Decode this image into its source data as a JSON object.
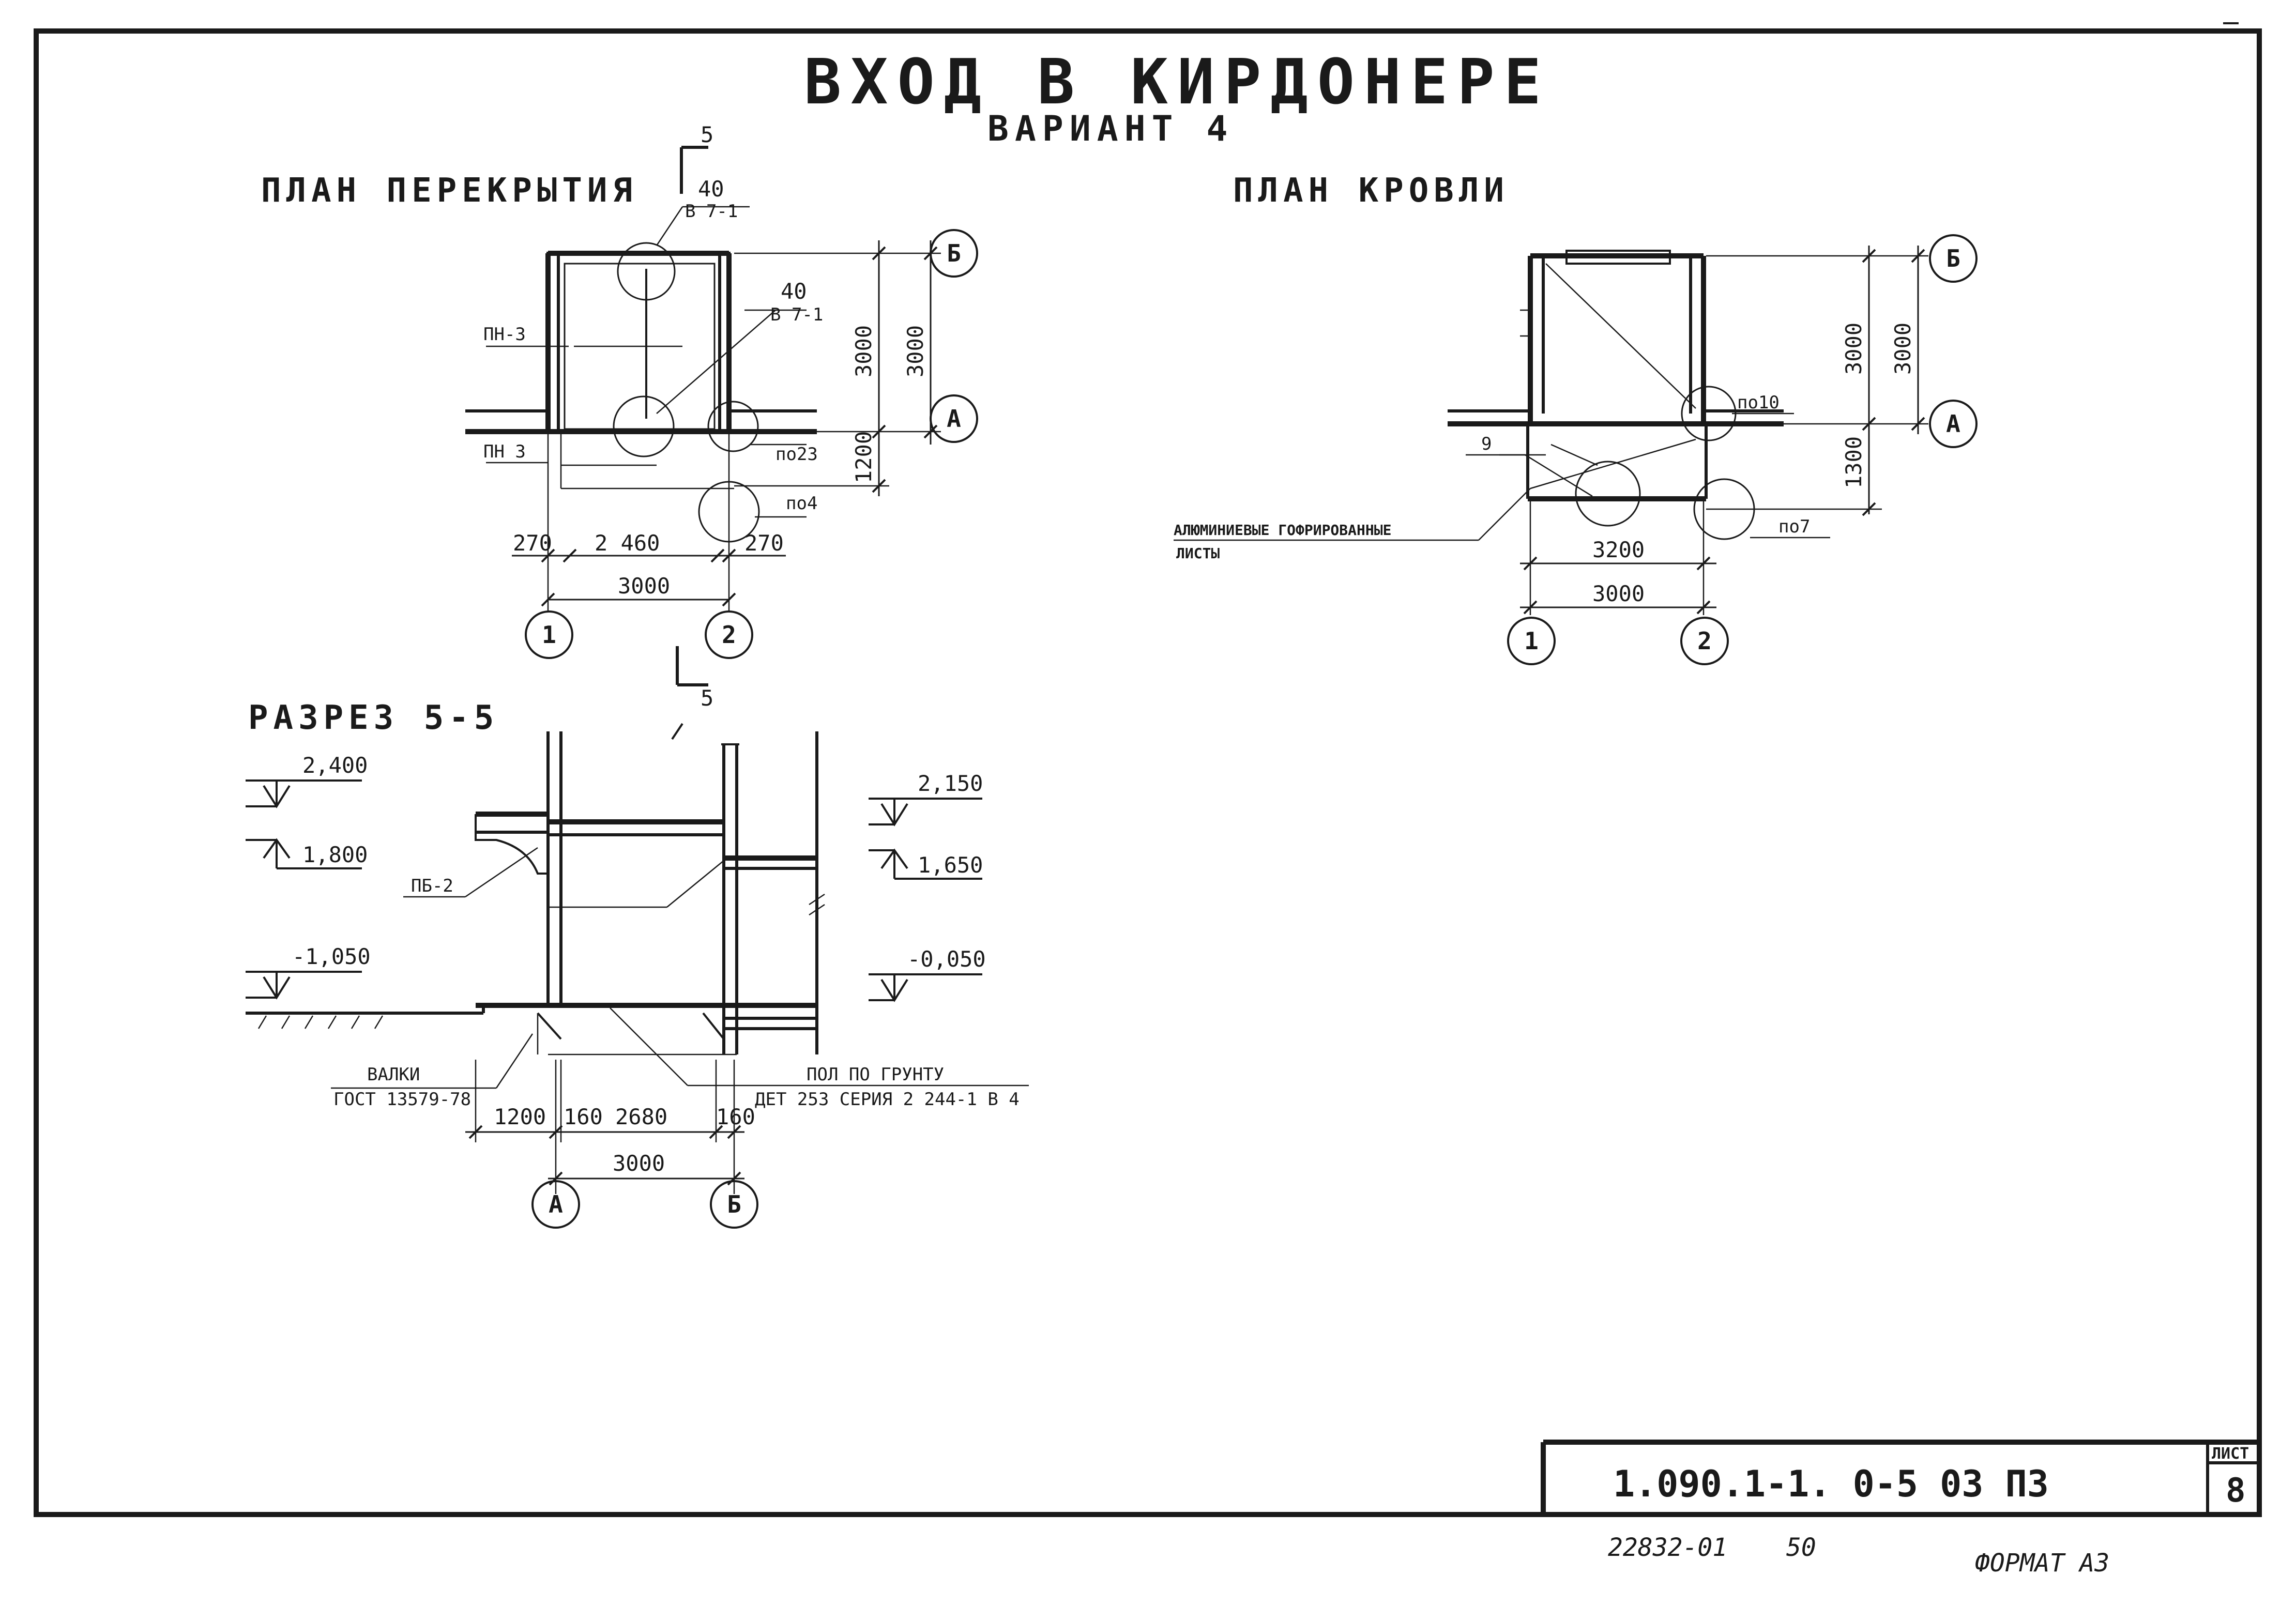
{
  "title": {
    "main": "ВХОД В КИРДОНЕРЕ",
    "sub": "ВАРИАНТ 4"
  },
  "plan_slab": {
    "title": "ПЛАН ПЕРЕКРЫТИЯ",
    "section_mark": "5",
    "labels": {
      "node_top": "40",
      "node_top_ref": "В 7-1",
      "node_mid": "40",
      "node_mid_ref": "В 7-1",
      "pn3_top": "ПН-3",
      "pn3_bottom": "ПН 3",
      "node_po23": "по23",
      "node_po4": "по4"
    },
    "dims": {
      "h_3000_inner": "3000",
      "h_3000_outer": "3000",
      "h_1200": "1200",
      "w_270_left": "270",
      "w_2460": "2 460",
      "w_270_right": "270",
      "w_3000": "3000"
    },
    "axes": {
      "b": "Б",
      "a": "А",
      "one": "1",
      "two": "2"
    }
  },
  "plan_roof": {
    "title": "ПЛАН КРОВЛИ",
    "labels": {
      "note_9": "9",
      "node_po10": "по10",
      "node_po7": "по7",
      "sheet_note_1": "АЛЮМИНИЕВЫЕ ГОФРИРОВАННЫЕ",
      "sheet_note_2": "ЛИСТЫ"
    },
    "dims": {
      "h_3000_inner": "3000",
      "h_3000_outer": "3000",
      "h_1300": "1300",
      "w_3200": "3200",
      "w_3000": "3000"
    },
    "axes": {
      "b": "Б",
      "a": "А",
      "one": "1",
      "two": "2"
    }
  },
  "section": {
    "title": "РАЗРЕЗ 5-5",
    "section_mark": "5",
    "levels": {
      "l_2400": "2,400",
      "l_1800": "1,800",
      "l_m1050": "-1,050",
      "l_2150": "2,150",
      "l_1650": "1,650",
      "l_m0050": "-0,050"
    },
    "labels": {
      "pb2": "ПБ-2",
      "gravel": "ВАЛКИ",
      "gost": "ГОСТ 13579-78",
      "floor": "ПОЛ ПО ГРУНТУ",
      "floor_ref": "ДЕТ 253 СЕРИЯ 2 244-1 В 4"
    },
    "dims": {
      "w_1200": "1200",
      "w_160_left": "160",
      "w_2680": "2680",
      "w_160_right": "160",
      "w_3000": "3000"
    },
    "axes": {
      "a": "А",
      "b": "Б"
    }
  },
  "stamp": {
    "code": "1.090.1-1. 0-5   03 ПЗ",
    "sheet_label": "ЛИСТ",
    "sheet_number": "8"
  },
  "footer": {
    "inv": "22832-01",
    "num": "50",
    "format": "ФОРМАТ А3"
  }
}
